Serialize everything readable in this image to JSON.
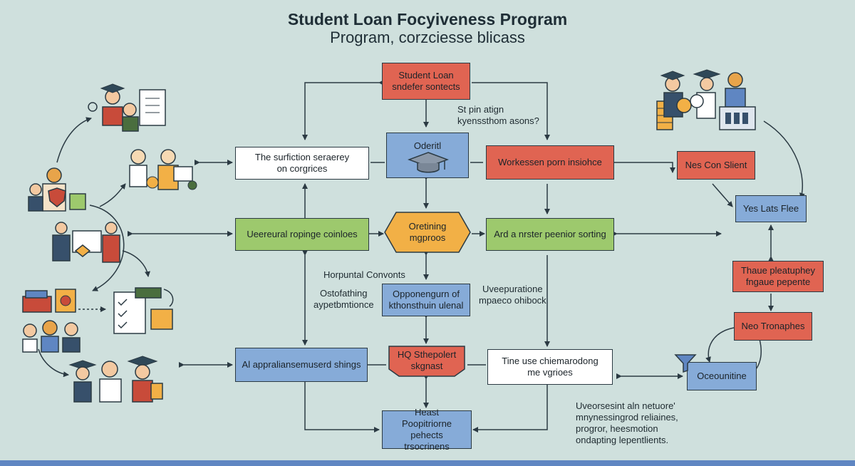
{
  "title": {
    "line1": "Student Loan Focyiveness Program",
    "line2": "Program, corzciesse blicass"
  },
  "nodes": {
    "student_loan": "Student Loan\nsndefer sontects",
    "oderitl": "Oderitl",
    "surfiction": "The surfiction seraerey\non corgrices",
    "workessen": "Workessen porn insiohce",
    "nes_con": "Nes Con Slient",
    "yes_lats": "Yes Lats Flee",
    "ueereural": "Ueereural ropinge coinloes",
    "oretining": "Oretining\nmgproos",
    "ard_nrster": "Ard a nrster peenior sorting",
    "thaue": "Thaue pleatuphey\nfngaue pepente",
    "opponengurn": "Opponengurn of\nkthonsthuin ulenal",
    "neo_tronaphes": "Neo Tronaphes",
    "ai_appraisal": "Al appraliansemuserd shings",
    "hq_sthepolert": "HQ Sthepolert\nskgnast",
    "tine_use": "Tine use chiemarodong\nme vgrioes",
    "oceounitine": "Oceounitine",
    "heast": "Heast\nPoopitriorne pehects\ntrsocrinens"
  },
  "labels": {
    "st_pin": "St pin atign\nkyenssthom asons?",
    "horpuntal": "Horpuntal Convonts",
    "ostofathing": "Ostofathing\naypetbmtionce",
    "uveepuration": "Uveepuratione\nmpaeco ohibock",
    "uveorsesint": "Uveorsesint aln netuore'\nmnynessingrod reliaines,\nprogror, heesmotion\nondapting lepentlients."
  },
  "colors": {
    "background": "#cfe0dd",
    "red": "#e06452",
    "blue": "#86abd8",
    "green": "#9dc96d",
    "orange": "#f2b046",
    "line": "#2b3a43"
  }
}
